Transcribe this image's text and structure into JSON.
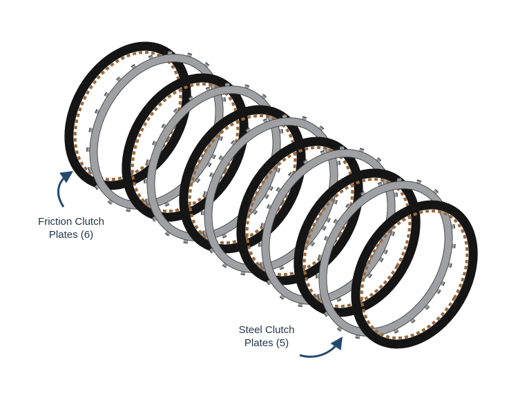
{
  "labels": {
    "friction": {
      "line1": "Friction Clutch",
      "line2": "Plates (6)"
    },
    "steel": {
      "line1": "Steel Clutch",
      "line2": "Plates (5)"
    }
  },
  "plates": {
    "friction_count": 6,
    "steel_count": 5,
    "sequence": [
      "friction",
      "steel",
      "friction",
      "steel",
      "friction",
      "steel",
      "friction",
      "steel",
      "friction",
      "steel",
      "friction"
    ]
  },
  "colors": {
    "friction_plate": "#151515",
    "friction_teeth": "#9a6a3c",
    "steel_plate": "#9ea0a3",
    "steel_edge": "#4a4c4f",
    "arrow": "#234a6e"
  },
  "icons": {
    "friction_arrow": "curved-arrow-icon",
    "steel_arrow": "curved-arrow-icon"
  }
}
